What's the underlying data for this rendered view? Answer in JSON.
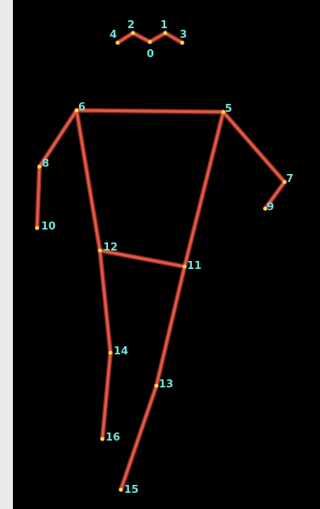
{
  "colors": {
    "background": "#000000",
    "frame": "#e9e9e9",
    "bone": "#e25b47",
    "bone_glow": "#8a2a1f",
    "joint": "#f3e04a",
    "label": "#6fe3d8"
  },
  "keypoints": [
    {
      "id": 0,
      "label": "0"
    },
    {
      "id": 1,
      "label": "1"
    },
    {
      "id": 2,
      "label": "2"
    },
    {
      "id": 3,
      "label": "3"
    },
    {
      "id": 4,
      "label": "4"
    },
    {
      "id": 5,
      "label": "5"
    },
    {
      "id": 6,
      "label": "6"
    },
    {
      "id": 7,
      "label": "7"
    },
    {
      "id": 8,
      "label": "8"
    },
    {
      "id": 9,
      "label": "9"
    },
    {
      "id": 10,
      "label": "10"
    },
    {
      "id": 11,
      "label": "11"
    },
    {
      "id": 12,
      "label": "12"
    },
    {
      "id": 13,
      "label": "13"
    },
    {
      "id": 14,
      "label": "14"
    },
    {
      "id": 15,
      "label": "15"
    },
    {
      "id": 16,
      "label": "16"
    }
  ],
  "edges": [
    [
      4,
      2
    ],
    [
      2,
      0
    ],
    [
      0,
      1
    ],
    [
      1,
      3
    ],
    [
      6,
      5
    ],
    [
      6,
      8
    ],
    [
      8,
      10
    ],
    [
      5,
      7
    ],
    [
      7,
      9
    ],
    [
      6,
      12
    ],
    [
      5,
      11
    ],
    [
      12,
      11
    ],
    [
      12,
      14
    ],
    [
      14,
      16
    ],
    [
      11,
      13
    ],
    [
      13,
      15
    ]
  ]
}
